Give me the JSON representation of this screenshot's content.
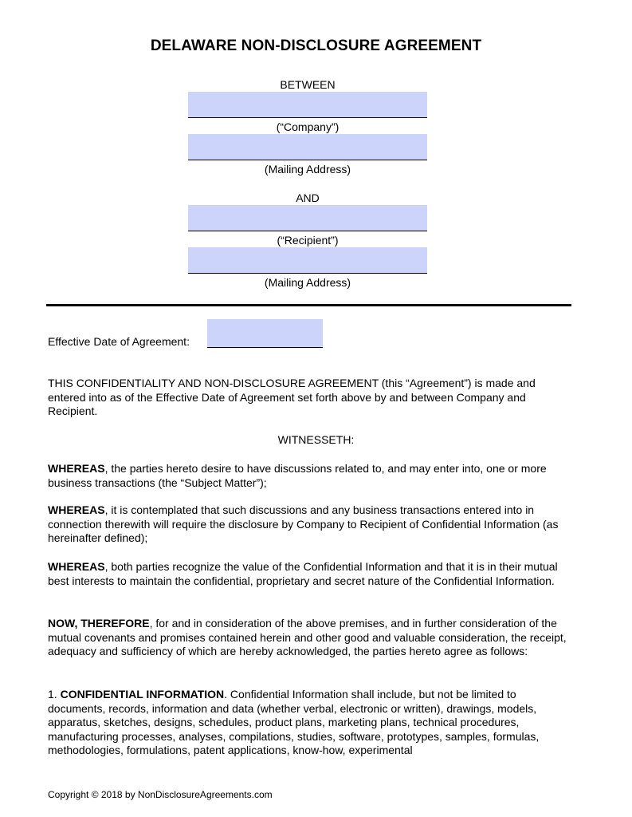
{
  "document": {
    "title": "DELAWARE NON-DISCLOSURE AGREEMENT",
    "between_label": "BETWEEN",
    "company_label": "(“Company”)",
    "company_address_label": "(Mailing Address)",
    "and_label": "AND",
    "recipient_label": "(“Recipient”)",
    "recipient_address_label": "(Mailing Address)",
    "effective_date_label": "Effective Date of Agreement:",
    "intro": "THIS CONFIDENTIALITY AND NON-DISCLOSURE AGREEMENT (this “Agreement”) is made and entered into as of the Effective Date of Agreement set forth above by and between Company and Recipient.",
    "witnesseth": "WITNESSETH:",
    "whereas1_lead": "WHEREAS",
    "whereas1_text": ", the parties hereto desire to have discussions related to, and may enter into, one or more business transactions (the “Subject Matter”);",
    "whereas2_lead": "WHEREAS",
    "whereas2_text": ", it is contemplated that such discussions and any business transactions entered into in connection therewith will require the disclosure by Company to Recipient of Confidential Information (as hereinafter defined);",
    "whereas3_lead": "WHEREAS",
    "whereas3_text": ", both parties recognize the value of the Confidential Information and that it is in their mutual best interests to maintain the confidential, proprietary and secret nature of the Confidential Information.",
    "now_lead": "NOW, THEREFORE",
    "now_text": ", for and in consideration of the above premises, and in further consideration of the mutual covenants and promises contained herein and other good and valuable consideration, the receipt, adequacy and sufficiency of which are hereby acknowledged, the parties hereto agree as follows:",
    "section1_num": "1. ",
    "section1_lead": "CONFIDENTIAL INFORMATION",
    "section1_text": ". Confidential Information shall include, but not be limited to documents, records, information and data (whether verbal, electronic or written), drawings, models, apparatus, sketches, designs, schedules, product plans, marketing plans, technical procedures, manufacturing processes, analyses, compilations, studies, software, prototypes, samples, formulas, methodologies, formulations, patent applications, know-how, experimental",
    "footer": "Copyright © 2018 by NonDisclosureAgreements.com"
  },
  "colors": {
    "field_fill": "#cdd4fb",
    "text": "#000000"
  }
}
